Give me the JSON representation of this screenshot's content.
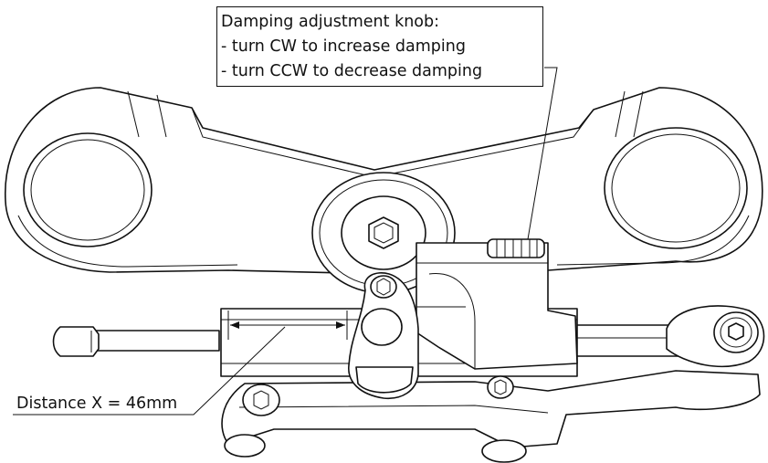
{
  "callout": {
    "title": "Damping adjustment knob:",
    "line1": "- turn CW to increase damping",
    "line2": "- turn CCW to decrease damping"
  },
  "dimension": {
    "label": "Distance X = 46mm"
  },
  "colors": {
    "line": "#111111",
    "background": "#ffffff"
  }
}
